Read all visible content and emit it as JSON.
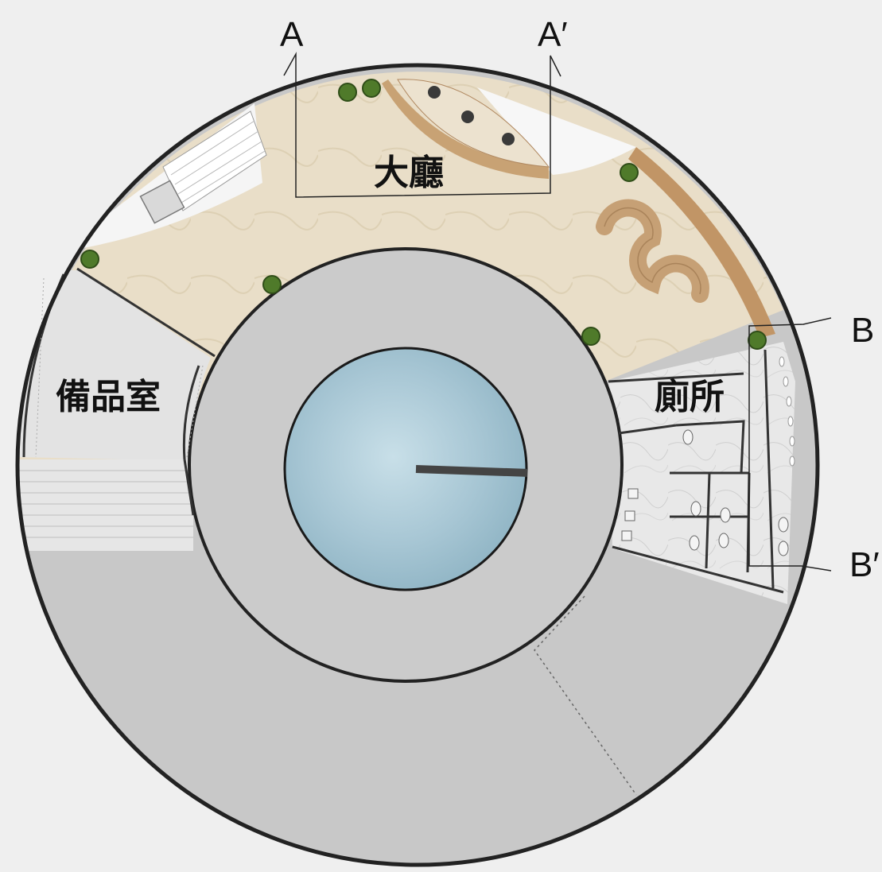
{
  "rooms": {
    "lobby": "大廳",
    "storage": "備品室",
    "restroom": "廁所"
  },
  "sections": {
    "a_start": "A",
    "a_end": "A′",
    "b_start": "B",
    "b_end": "B′"
  },
  "colors": {
    "background": "#efefef",
    "outer_wall": "#222222",
    "plaza_concrete": "#c9c9c9",
    "lobby_floor": "#e8dcc4",
    "wood_bench": "#c8a274",
    "pool_water": "#a9c9d6",
    "restroom_marble": "#e6e6e6",
    "storage_floor": "#e4e4e4",
    "planter_green": "#4f7a2a"
  },
  "icons": {
    "planter": "tree-planter-icon",
    "toilet": "toilet-icon",
    "sink": "sink-icon",
    "stair": "stair-icon"
  }
}
